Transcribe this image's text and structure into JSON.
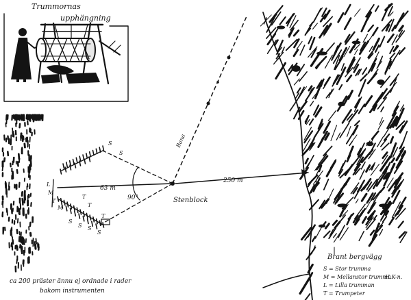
{
  "inset": {
    "caption_line1": "Trummornas",
    "caption_line2": "upphängning"
  },
  "labels": {
    "distance_short": "63 m",
    "distance_long": "250 m",
    "angle": "90°",
    "boulder": "Stenblock",
    "line_tag": "Bana",
    "cliff": "Brant bergvägg",
    "priests_line1": "ca 200 präster ännu ej ordnade i rader",
    "priests_line2": "bakom instrumenten",
    "signature": "H.K-n."
  },
  "row_marks": {
    "upper": [
      "S",
      "S"
    ],
    "left": [
      "L",
      "M",
      "T"
    ],
    "lower": [
      "T",
      "T",
      "T",
      "M",
      "S",
      "S",
      "S",
      "S"
    ]
  },
  "legend": [
    "S = Stor trumma",
    "M = Mellanstor trumma",
    "L = Lilla trumman",
    "T = Trumpeter"
  ]
}
